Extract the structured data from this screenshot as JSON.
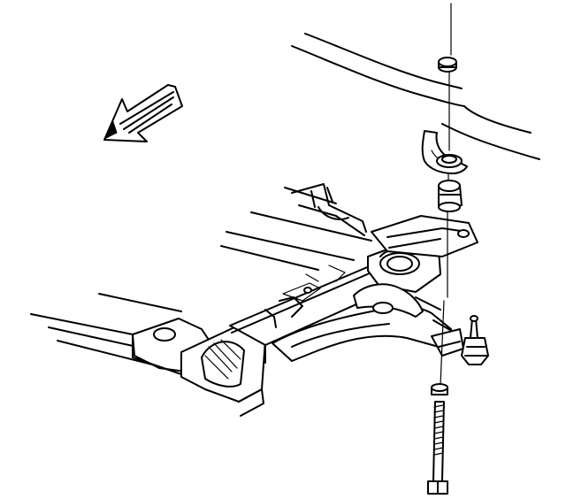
{
  "diagram": {
    "type": "exploded-assembly",
    "colors": {
      "line": "#000000",
      "background": "#ffffff"
    },
    "components": [
      "direction-arrow",
      "vehicle-body-floor",
      "front-crossmember",
      "lower-control-arm",
      "ball-joint",
      "stabilizer-link-nut",
      "upper-washer",
      "upper-bushing",
      "lower-washer",
      "stabilizer-link-bolt",
      "alignment-centerline"
    ],
    "labels": []
  }
}
